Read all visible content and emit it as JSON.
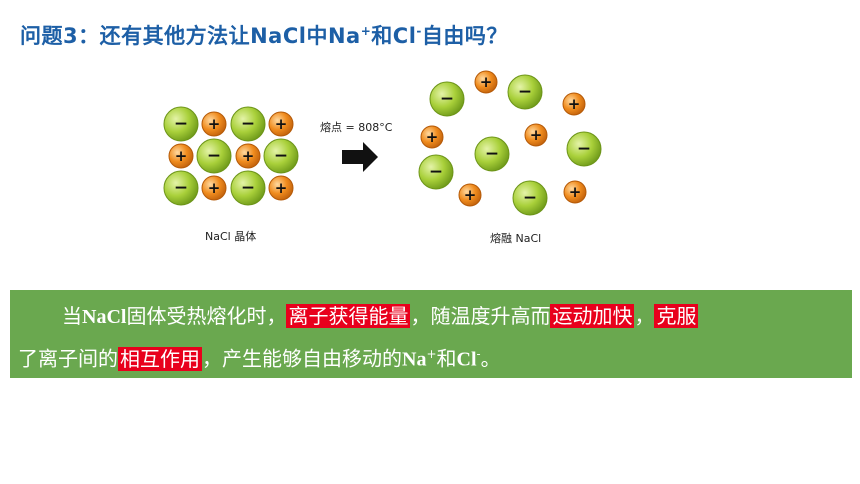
{
  "title": {
    "part1": "问题3：还有其他方法让NaCl中Na",
    "plus": "+",
    "part2": "和Cl",
    "minus": "-",
    "part3": "自由吗？"
  },
  "figure": {
    "arrow_label": "熔点 = 808°C",
    "left_caption": "NaCl 晶体",
    "right_caption": "熔融 NaCl",
    "plus_sign": "+",
    "minus_sign": "−",
    "colors": {
      "anion": "#9dc72a",
      "cation": "#ef8a1c"
    }
  },
  "panel": {
    "t1": "当",
    "t2": "NaCl",
    "t3": "固体受热熔化时，",
    "h1": "离子获得能量",
    "t4": "，随温度升高而",
    "h2": "运动加快",
    "t5": "，",
    "h3": "克服",
    "t6": "了离子间的",
    "h4": "相互作用",
    "t7": "，产生能够自由移动的",
    "t8": "Na",
    "sup1": "+",
    "t9": "和",
    "t10": "Cl",
    "sup2": "-",
    "t11": "。"
  }
}
